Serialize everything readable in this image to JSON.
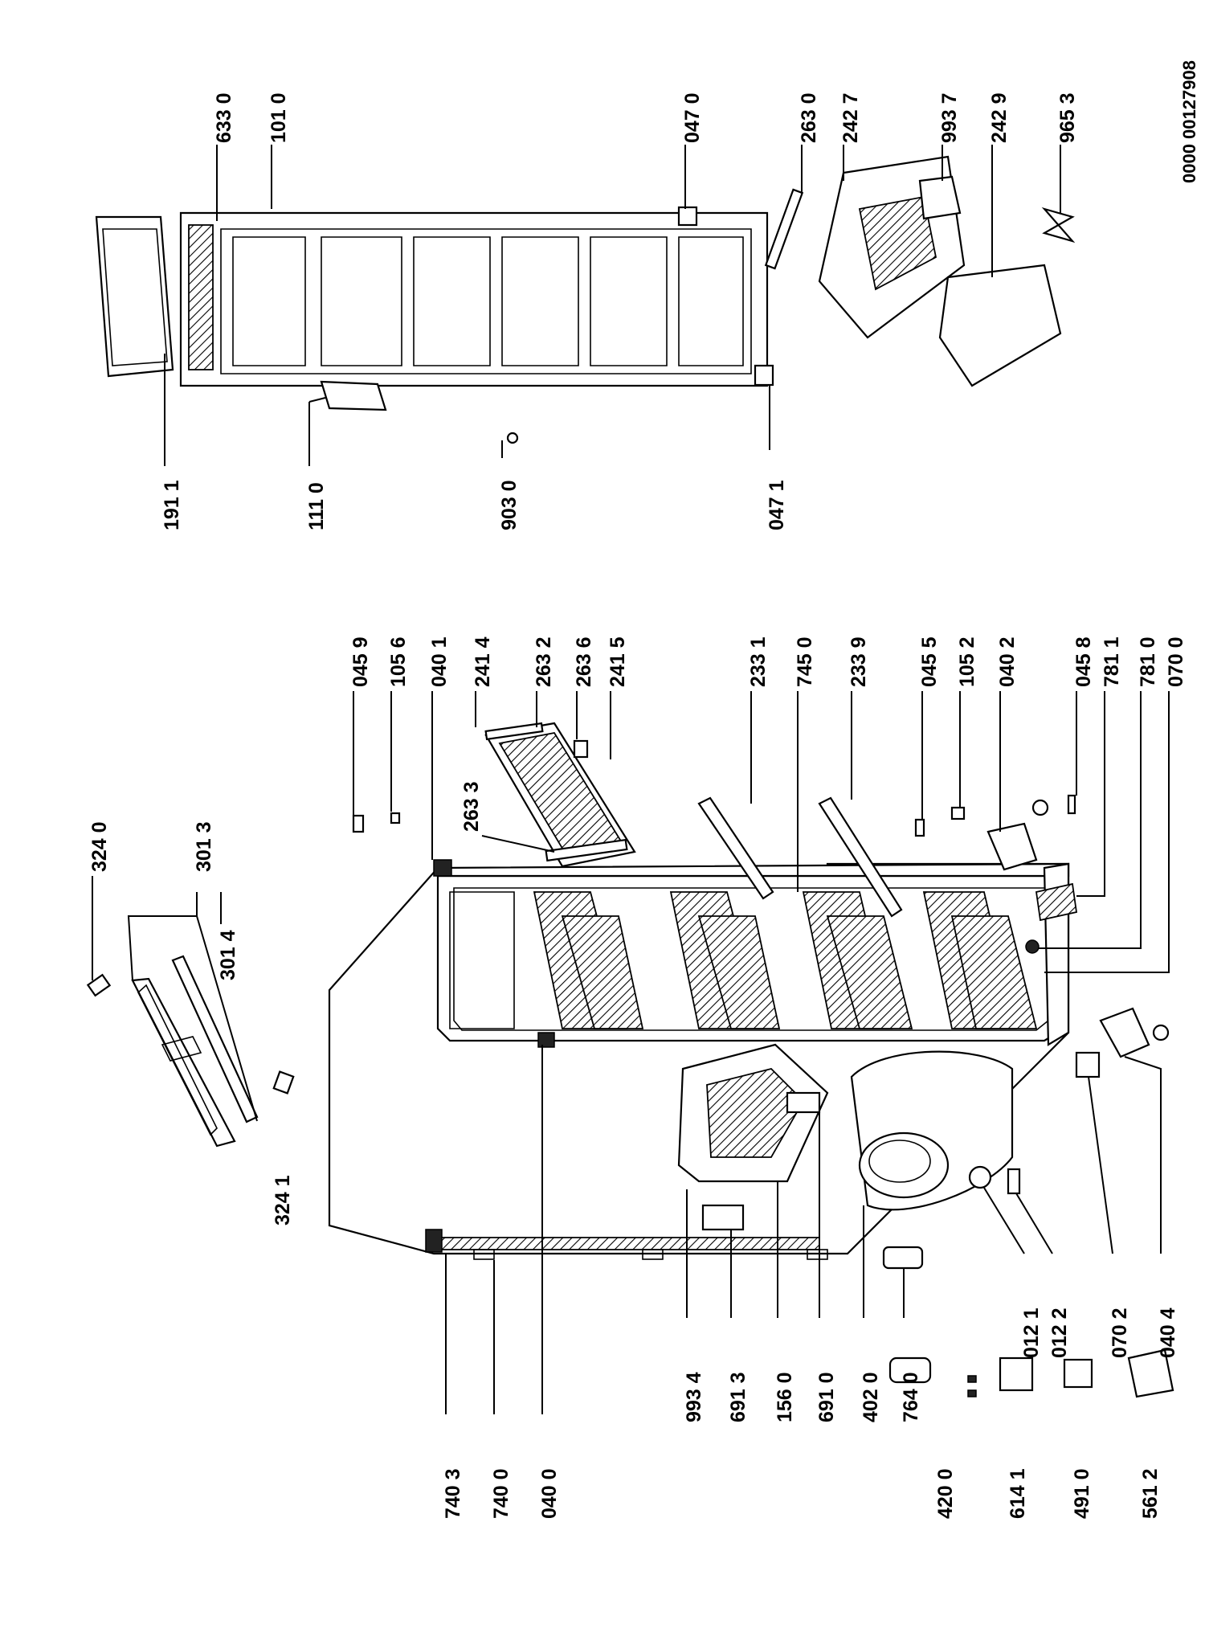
{
  "document_number": "0000 00127908",
  "labels": {
    "l3240": "324 0",
    "l3013": "301 3",
    "l3014": "301 4",
    "l3241": "324 1",
    "l0459": "045 9",
    "l1056": "105 6",
    "l0401": "040 1",
    "l2414": "241 4",
    "l2632": "263 2",
    "l2636": "263 6",
    "l2415": "241 5",
    "l2633": "263 3",
    "l2331": "233 1",
    "l7450": "745 0",
    "l2339": "233 9",
    "l0455": "045 5",
    "l1052": "105 2",
    "l0402": "040 2",
    "l0458": "045 8",
    "l7811": "781 1",
    "l7810": "781 0",
    "l0700": "070 0",
    "l7403": "740 3",
    "l7400": "740 0",
    "l0400": "040 0",
    "l9934": "993 4",
    "l6913": "691 3",
    "l1560": "156 0",
    "l6910": "691 0",
    "l4020": "402 0",
    "l7640": "764 0",
    "l0121": "012 1",
    "l0122": "012 2",
    "l0702": "070 2",
    "l0404": "040 4",
    "l4200": "420 0",
    "l6141": "614 1",
    "l4910": "491 0",
    "l5612": "561 2",
    "l1911": "191 1",
    "l1110": "111 0",
    "l9030": "903 0",
    "l0471": "047 1",
    "l6330": "633 0",
    "l1010": "101 0",
    "l0470": "047 0",
    "l2630": "263 0",
    "l2427": "242 7",
    "l9937": "993 7",
    "l2429": "242 9",
    "l9653": "965 3"
  }
}
